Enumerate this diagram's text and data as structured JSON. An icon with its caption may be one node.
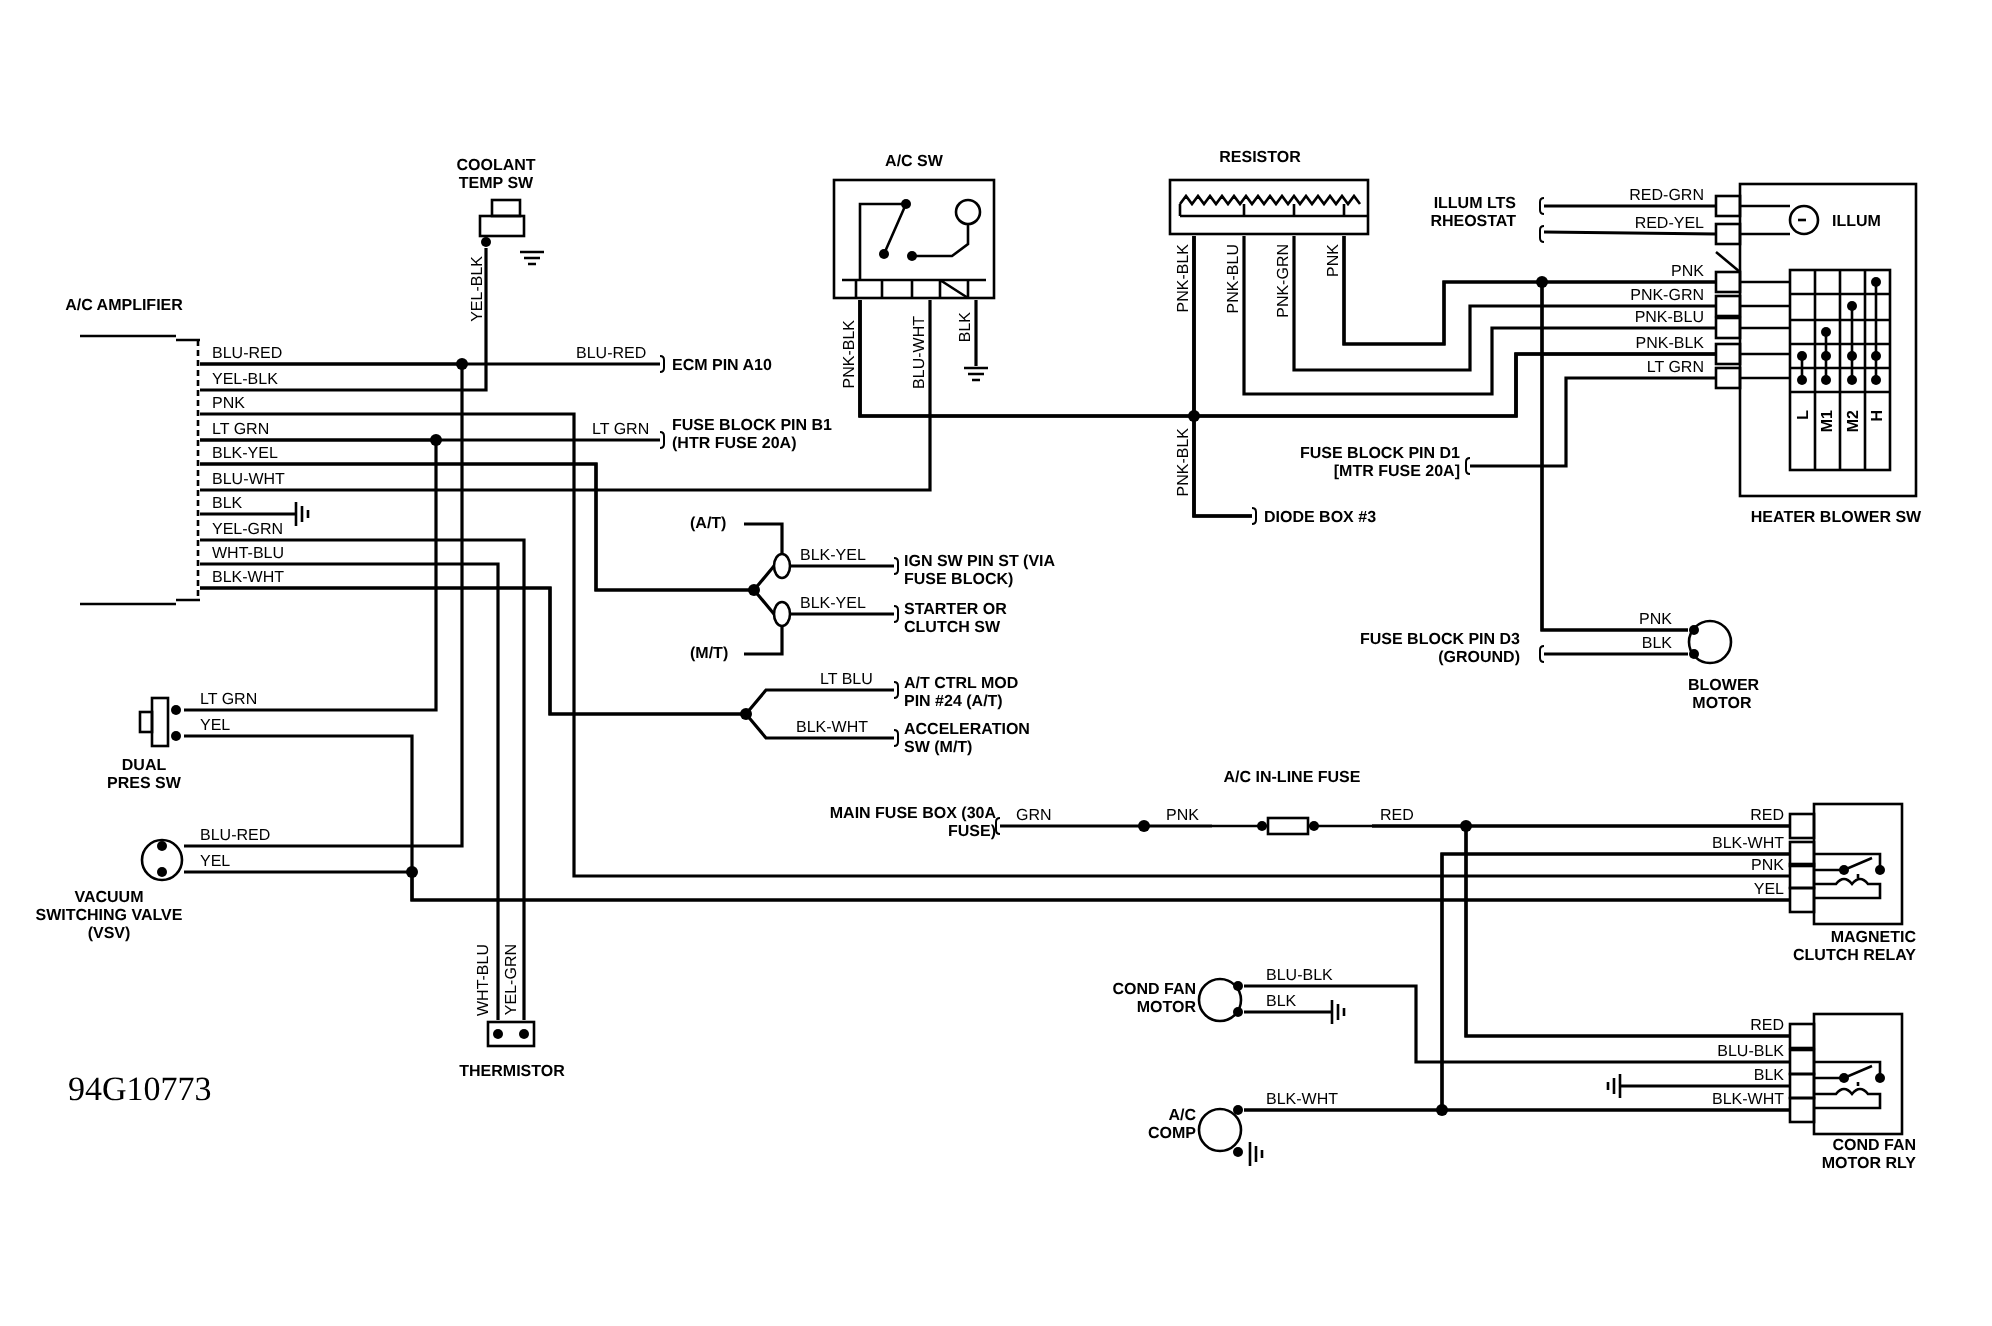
{
  "diagram": {
    "nodes": [
      {
        "text": [
          "A/C AMPLIFIER"
        ]
      },
      {
        "text": [
          "COOLANT TEMP SW"
        ]
      },
      {
        "text": [
          "A/C SW"
        ]
      },
      {
        "text": [
          "RESISTOR"
        ]
      },
      {
        "text": [
          "ILLUM LTS RHEOSTAT"
        ]
      },
      {
        "text": [
          "HEATER BLOWER SW"
        ]
      },
      {
        "text": [
          "ECM PIN A10"
        ]
      },
      {
        "text": [
          "FUSE BLOCK PIN B1 (HTR FUSE 20A)"
        ]
      },
      {
        "text": [
          "FUSE BLOCK PIN D1 [MTR FUSE 20A]"
        ]
      },
      {
        "text": [
          "DIODE BOX #3"
        ]
      },
      {
        "text": [
          "IGN SW PIN ST (VIA FUSE BLOCK)"
        ]
      },
      {
        "text": [
          "STARTER OR CLUTCH SW"
        ]
      },
      {
        "text": [
          "A/T CTRL MOD PIN #24 (A/T)"
        ]
      },
      {
        "text": [
          "ACCELERATION SW (M/T)"
        ]
      },
      {
        "text": [
          "FUSE BLOCK PIN D3 (GROUND)"
        ]
      },
      {
        "text": [
          "BLOWER MOTOR"
        ]
      },
      {
        "text": [
          "DUAL PRES SW"
        ]
      },
      {
        "text": [
          "VACUUM SWITCHING VALVE (VSV)"
        ]
      },
      {
        "text": [
          "THERMISTOR"
        ]
      },
      {
        "text": [
          "MAIN FUSE BOX (30A FUSE)"
        ]
      },
      {
        "text": [
          "A/C IN-LINE FUSE"
        ]
      },
      {
        "text": [
          "MAGNETIC CLUTCH RELAY"
        ]
      },
      {
        "text": [
          "COND FAN MOTOR"
        ]
      },
      {
        "text": [
          "A/C COMP"
        ]
      },
      {
        "text": [
          "COND FAN MOTOR RLY"
        ]
      },
      {
        "text": [
          "(A/T)"
        ]
      },
      {
        "text": [
          "(M/T)"
        ]
      },
      {
        "text": [],
        "shape": "circle"
      },
      {
        "text": [],
        "shape": "circle"
      }
    ],
    "edges": [
      {
        "from": 0,
        "to": 6,
        "arrow": "none"
      },
      {
        "from": 0,
        "to": 17,
        "arrow": "none"
      },
      {
        "from": 0,
        "to": 1,
        "arrow": "none"
      },
      {
        "from": 0,
        "to": 21,
        "arrow": "none"
      },
      {
        "from": 0,
        "to": 7,
        "arrow": "none"
      },
      {
        "from": 0,
        "to": 16,
        "arrow": "none"
      },
      {
        "from": 0,
        "to": 27,
        "arrow": "none"
      },
      {
        "from": 0,
        "to": 28,
        "arrow": "none"
      },
      {
        "from": 27,
        "to": 10,
        "arrow": "none"
      },
      {
        "from": 28,
        "to": 11,
        "arrow": "none"
      },
      {
        "from": 25,
        "to": 27,
        "arrow": "none"
      },
      {
        "from": 26,
        "to": 28,
        "arrow": "none"
      },
      {
        "from": 0,
        "to": 2,
        "arrow": "none"
      },
      {
        "from": 0,
        "to": 18,
        "arrow": "none"
      },
      {
        "from": 0,
        "to": 18,
        "arrow": "none"
      },
      {
        "from": 0,
        "to": 12,
        "arrow": "none"
      },
      {
        "from": 0,
        "to": 13,
        "arrow": "none"
      },
      {
        "from": 16,
        "to": 21,
        "arrow": "none"
      },
      {
        "from": 17,
        "to": 21,
        "arrow": "none"
      },
      {
        "from": 2,
        "to": 3,
        "arrow": "none"
      },
      {
        "from": 2,
        "to": 5,
        "arrow": "none"
      },
      {
        "from": 2,
        "to": 9,
        "arrow": "none"
      },
      {
        "from": 3,
        "to": 5,
        "arrow": "none"
      },
      {
        "from": 3,
        "to": 9,
        "arrow": "none"
      },
      {
        "from": 5,
        "to": 9,
        "arrow": "none"
      },
      {
        "from": 3,
        "to": 5,
        "arrow": "none"
      },
      {
        "from": 3,
        "to": 5,
        "arrow": "none"
      },
      {
        "from": 3,
        "to": 5,
        "arrow": "none"
      },
      {
        "from": 3,
        "to": 15,
        "arrow": "none"
      },
      {
        "from": 5,
        "to": 15,
        "arrow": "none"
      },
      {
        "from": 8,
        "to": 5,
        "arrow": "none"
      },
      {
        "from": 4,
        "to": 5,
        "arrow": "none"
      },
      {
        "from": 4,
        "to": 5,
        "arrow": "none"
      },
      {
        "from": 14,
        "to": 15,
        "arrow": "none"
      },
      {
        "from": 19,
        "to": 20,
        "arrow": "none"
      },
      {
        "from": 20,
        "to": 21,
        "arrow": "none"
      },
      {
        "from": 20,
        "to": 24,
        "arrow": "none"
      },
      {
        "from": 21,
        "to": 24,
        "arrow": "none"
      },
      {
        "from": 21,
        "to": 23,
        "arrow": "none"
      },
      {
        "from": 21,
        "to": 24,
        "arrow": "none"
      },
      {
        "from": 23,
        "to": 24,
        "arrow": "none"
      },
      {
        "from": 22,
        "to": 24,
        "arrow": "none"
      }
    ],
    "labels": [
      "YEL-BLK",
      "BLU-RED",
      "YEL-BLK",
      "PNK",
      "LT GRN",
      "BLK-YEL",
      "BLU-WHT",
      "BLK",
      "YEL-GRN",
      "WHT-BLU",
      "BLK-WHT",
      "BLU-RED",
      "LT GRN",
      "PNK-BLK",
      "BLU-WHT",
      "BLK",
      "PNK-BLK",
      "PNK-BLU",
      "PNK-GRN",
      "PNK",
      "PNK-BLK",
      "RED-GRN",
      "RED-YEL",
      "PNK",
      "PNK-GRN",
      "PNK-BLU",
      "PNK-BLK",
      "LT GRN",
      "BLK-YEL",
      "BLK-YEL",
      "LT BLU",
      "BLK-WHT",
      "PNK",
      "BLK",
      "LT GRN",
      "YEL",
      "BLU-RED",
      "YEL",
      "WHT-BLU",
      "YEL-GRN",
      "GRN",
      "PNK",
      "RED",
      "RED",
      "BLK-WHT",
      "PNK",
      "YEL",
      "BLU-BLK",
      "BLK",
      "BLK-WHT",
      "RED",
      "BLU-BLK",
      "BLK",
      "BLK-WHT",
      "ILLUM",
      "L",
      "M1",
      "M2",
      "H",
      "94G10773"
    ]
  }
}
